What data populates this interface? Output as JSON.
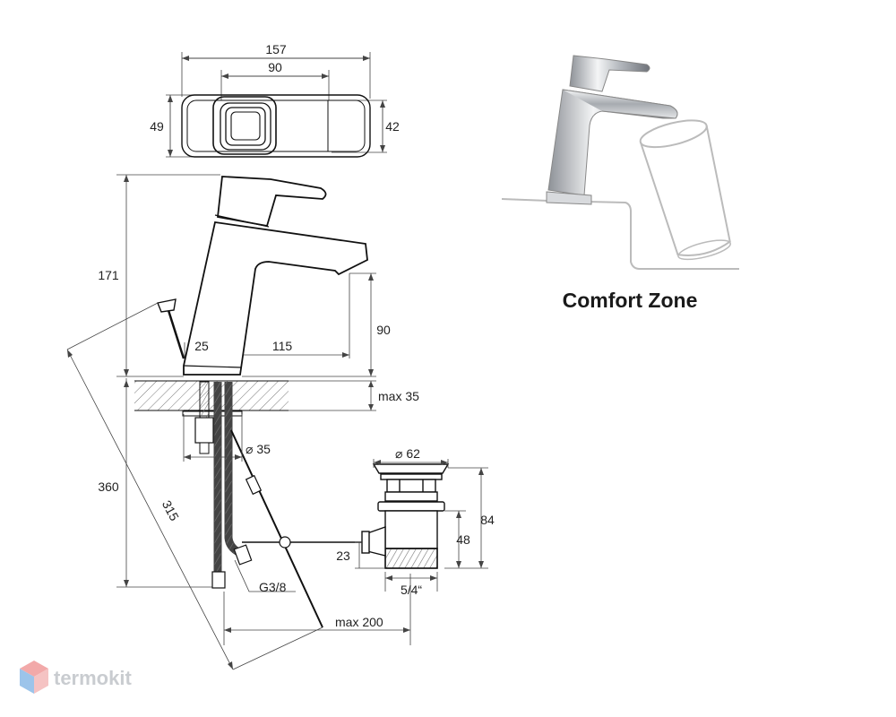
{
  "drawing": {
    "top_view": {
      "overall_width": "157",
      "handle_width": "90",
      "left_height": "49",
      "right_height": "42"
    },
    "side_view": {
      "faucet_height": "171",
      "spout_height": "90",
      "lever_offset": "25",
      "spout_reach": "115",
      "counter_thickness": "max 35",
      "hole_diameter": "⌀ 35",
      "total_height": "360",
      "rod_length": "315",
      "hose_thread": "G3/8",
      "rod_reach": "max 200"
    },
    "drain_view": {
      "cap_diameter": "⌀ 62",
      "total_height": "84",
      "body_height": "48",
      "outlet_height": "23",
      "thread": "5/4“"
    }
  },
  "comfort_zone": {
    "label": "Comfort Zone"
  },
  "watermark": {
    "text": "termokit",
    "colors": {
      "top": "#f2a9a9",
      "left": "#9cc4ea",
      "right": "#f5c3c3"
    }
  },
  "colors": {
    "line": "#111111",
    "dim_line": "#444444",
    "chrome": "#a9adb2"
  }
}
